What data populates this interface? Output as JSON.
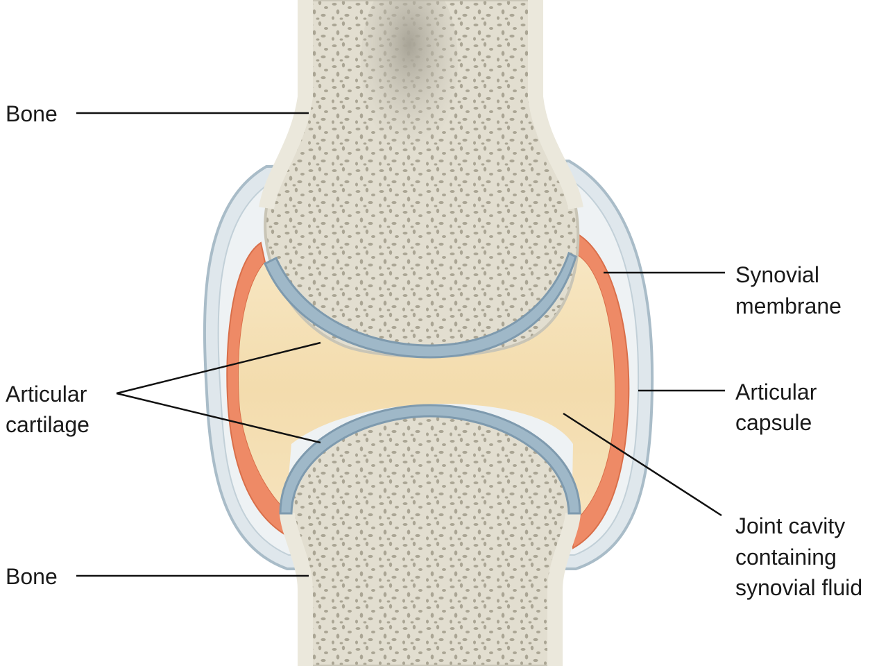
{
  "labels": {
    "bone_top": "Bone",
    "bone_bottom": "Bone",
    "articular_cartilage": [
      "Articular",
      "cartilage"
    ],
    "synovial_membrane": [
      "Synovial",
      "membrane"
    ],
    "articular_capsule": [
      "Articular",
      "capsule"
    ],
    "joint_cavity": [
      "Joint cavity",
      "containing",
      "synovial fluid"
    ]
  },
  "colors": {
    "bone": "#e4e1d3",
    "bone_pore": "#a9a493",
    "marrow": "#b8b4a6",
    "cartilage": "#9fb8c8",
    "synovial_fluid": "#f4dfb5",
    "synovial_membrane": "#ee8a66",
    "capsule": "#dfe7ec",
    "leader": "#111111"
  }
}
